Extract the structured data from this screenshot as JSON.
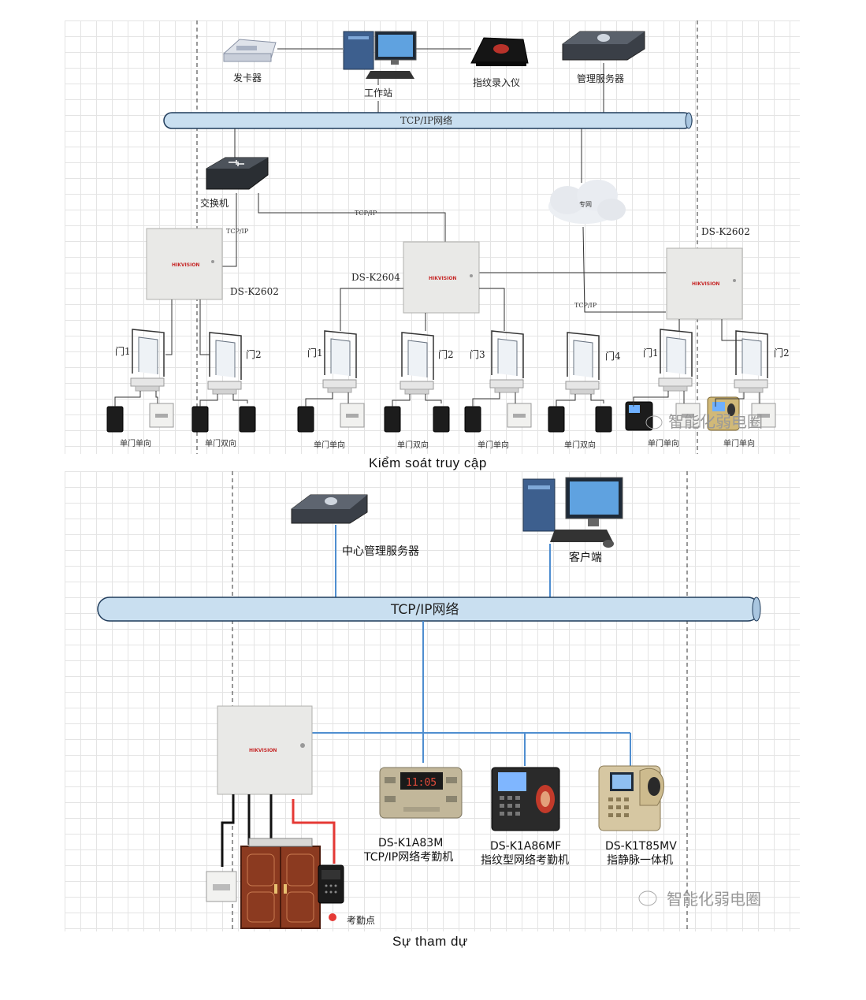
{
  "diagram1": {
    "caption": "Kiểm soát truy cập",
    "devices": {
      "card_issuer": "发卡器",
      "workstation": "工作站",
      "fingerprint_enroller": "指纹录入仪",
      "mgmt_server": "管理服务器",
      "switch": "交换机",
      "private_net": "专网"
    },
    "bus_label": "TCP/IP网络",
    "link_labels": [
      "TCP/IP",
      "TCP/IP",
      "TCP/IP"
    ],
    "controllers": [
      "DS-K2602",
      "DS-K2604",
      "DS-K2602"
    ],
    "doors": [
      "门1",
      "门2",
      "门1",
      "门2",
      "门3",
      "门4",
      "门1",
      "门2"
    ],
    "modes": [
      "单门单向",
      "单门双向",
      "单门单向",
      "单门双向",
      "单门单向",
      "单门双向",
      "单门单向",
      "单门单向"
    ],
    "brand_text": "HIKVISION",
    "watermark": "智能化弱电圈"
  },
  "diagram2": {
    "caption": "Sự tham dự",
    "center_server": "中心管理服务器",
    "client": "客户端",
    "bus_label": "TCP/IP网络",
    "brand_text": "HIKVISION",
    "terminals": [
      {
        "model": "DS-K1A83M",
        "desc": "TCP/IP网络考勤机",
        "display": "11:05"
      },
      {
        "model": "DS-K1A86MF",
        "desc": "指纹型网络考勤机"
      },
      {
        "model": "DS-K1T85MV",
        "desc": "指静脉一体机"
      }
    ],
    "attendance_point": "考勤点",
    "watermark": "智能化弱电圈"
  },
  "colors": {
    "bus_fill": "#c9dff0",
    "bus_stroke": "#1f3b5a",
    "link_blue": "#4f8ed0",
    "wire_red": "#e53935",
    "controller_box": "#e9e9e7",
    "door_wood": "#8b3a20"
  }
}
